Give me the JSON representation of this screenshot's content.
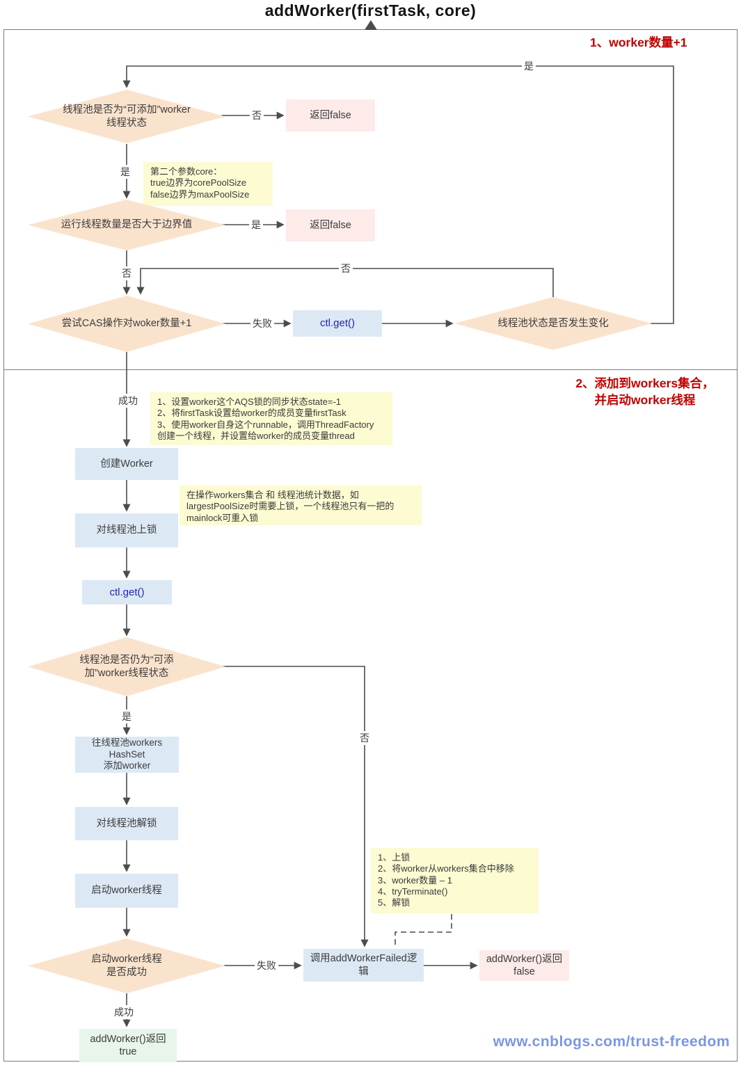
{
  "title": "addWorker(firstTask, core)",
  "watermark": "www.cnblogs.com/trust-freedom",
  "colors": {
    "diamond_fill": "#fae3cd",
    "pink_fill": "#fcebe9",
    "blue_fill": "#dce9f5",
    "green_fill": "#e7f5eb",
    "yellow_fill": "#fcfbd2",
    "red_accent": "#c00000",
    "code_blue": "#2222bb",
    "watermark_blue": "#7a97e2",
    "line_gray": "#4c4c4c"
  },
  "sections": {
    "s1": "1、worker数量+1",
    "s2": "2、添加到workers集合，\n并启动worker线程"
  },
  "edge_labels": {
    "yes": "是",
    "no": "否",
    "fail": "失败",
    "success": "成功"
  },
  "nodes": {
    "check_addable": "线程池是否为“可添加”worker\n线程状态",
    "return_false_1": "返回false",
    "check_bound": "运行线程数量是否大于边界值",
    "return_false_2": "返回false",
    "cas_increment": "尝试CAS操作对woker数量+1",
    "ctl_get_1": "ctl.get()",
    "check_state_changed": "线程池状态是否发生变化",
    "create_worker": "创建Worker",
    "lock_pool": "对线程池上锁",
    "ctl_get_2": "ctl.get()",
    "check_still_addable": "线程池是否仍为“可添\n加”worker线程状态",
    "add_to_hashset": "往线程池workers\nHashSet\n添加worker",
    "unlock_pool": "对线程池解锁",
    "start_worker": "启动worker线程",
    "check_start_success": "启动worker线程\n是否成功",
    "call_addworkerfailed": "调用addWorkerFailed逻\n辑",
    "addworker_return_false": "addWorker()返回\nfalse",
    "addworker_return_true": "addWorker()返回\ntrue"
  },
  "notes": {
    "core_param": "第二个参数core：\ntrue边界为corePoolSize\nfalse边界为maxPoolSize",
    "worker_init": "1、设置worker这个AQS锁的同步状态state=-1\n2、将firstTask设置给worker的成员变量firstTask\n3、使用worker自身这个runnable，调用ThreadFactory\n创建一个线程，并设置给worker的成员变量thread",
    "mainlock": "在操作workers集合 和 线程池统计数据，如\nlargestPoolSize时需要上锁，一个线程池只有一把的\nmainlock可重入锁",
    "addworkerfailed_steps": "1、上锁\n2、将worker从workers集合中移除\n3、worker数量 – 1\n4、tryTerminate()\n5、解锁"
  }
}
